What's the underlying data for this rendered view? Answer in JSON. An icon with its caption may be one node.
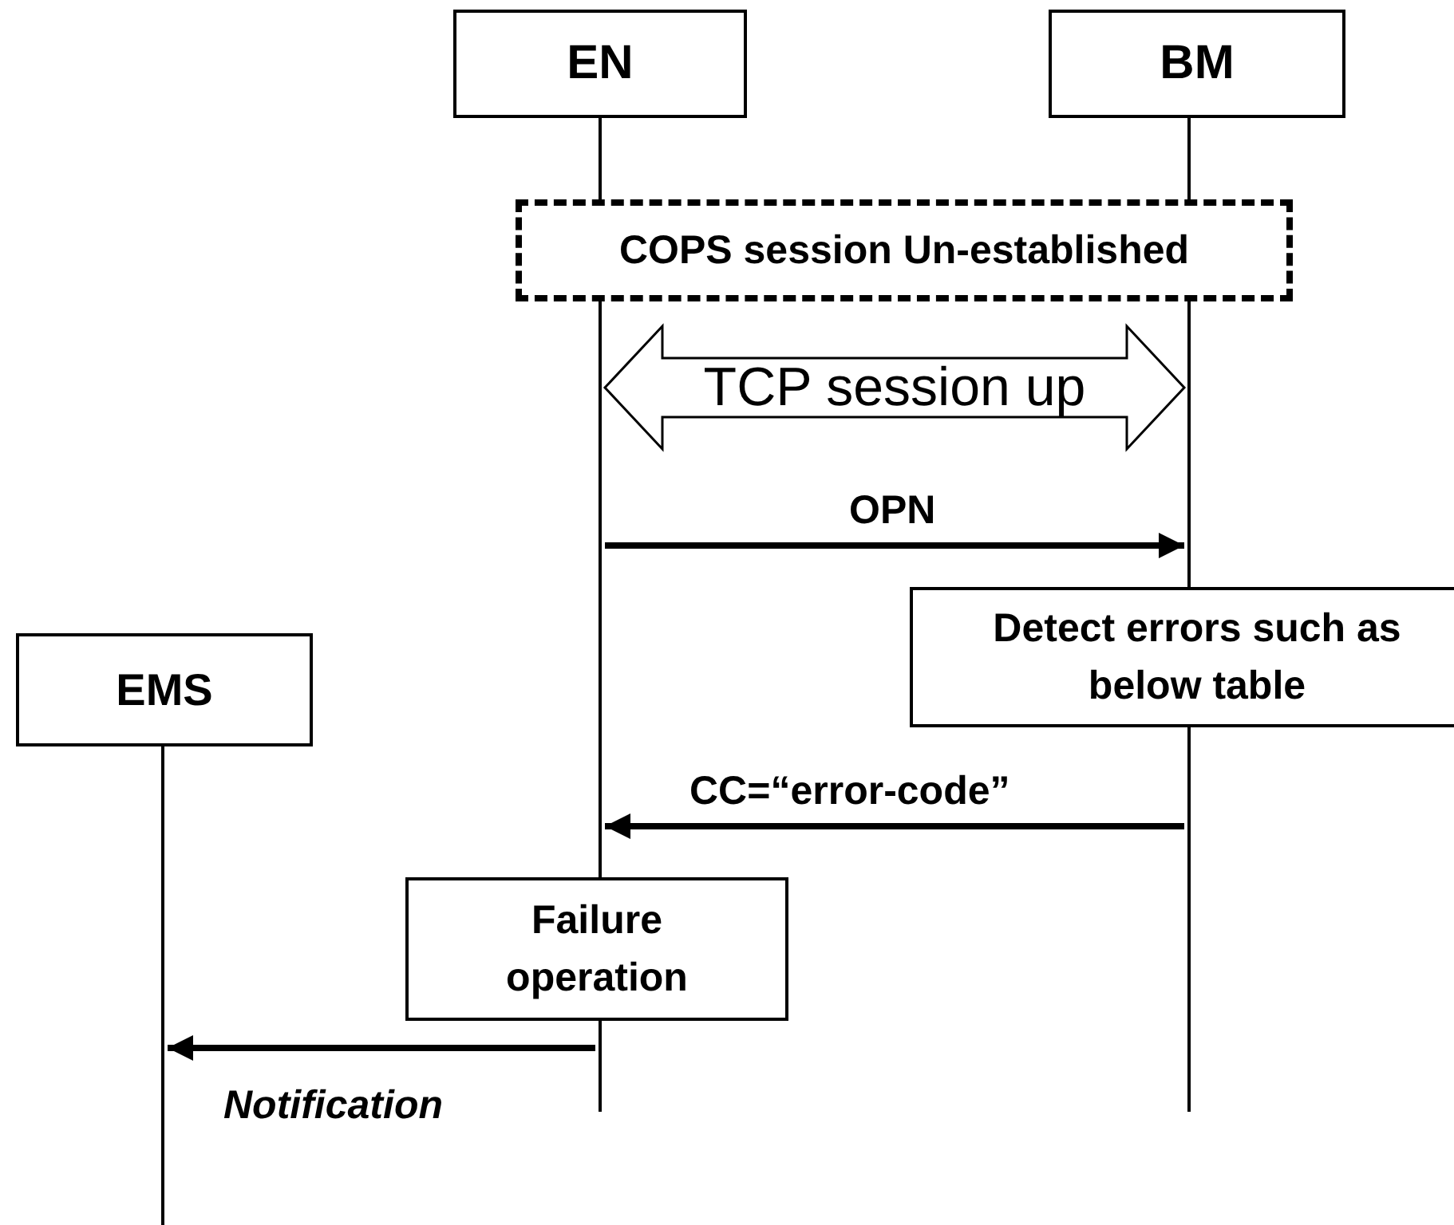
{
  "diagram": {
    "nodes": [
      {
        "text": [
          "EN"
        ]
      },
      {
        "text": [
          "BM"
        ]
      },
      {
        "text": [
          "COPS session Un-established"
        ]
      },
      {
        "text": [
          "Detect errors such as below table"
        ]
      },
      {
        "text": [
          "EMS"
        ]
      },
      {
        "text": [
          "Failure operation"
        ]
      },
      {
        "text": [],
        "shape": "line"
      },
      {
        "text": [],
        "shape": "line"
      },
      {
        "text": [],
        "shape": "line"
      }
    ],
    "edges": [
      {
        "from": 7,
        "to": 8,
        "arrow": "both",
        "label": "TCP session up"
      },
      {
        "from": 7,
        "to": 8,
        "arrow": "to",
        "label": "OPN"
      },
      {
        "from": 8,
        "to": 7,
        "arrow": "to",
        "label": "CC=“error-code”"
      },
      {
        "from": 7,
        "to": 6,
        "arrow": "to",
        "label": "Notification"
      }
    ]
  }
}
